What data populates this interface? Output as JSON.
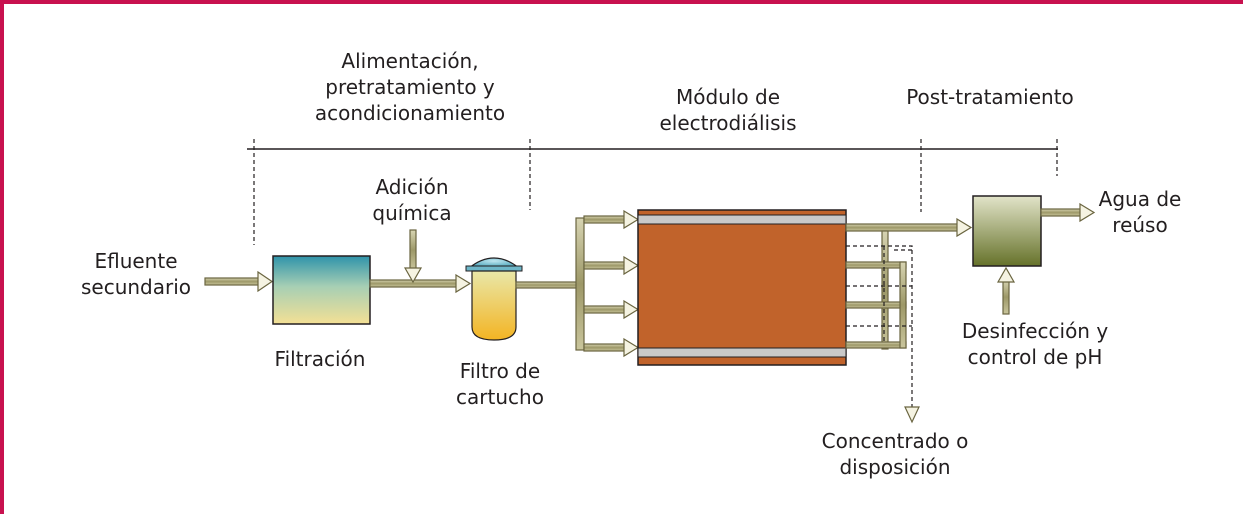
{
  "stages": {
    "feed": "Alimentación,\npretratamiento y\nacondicionamiento",
    "ed_module": "Módulo de\nelectrodiálisis",
    "post": "Post-tratamiento"
  },
  "labels": {
    "influent": "Efluente\nsecundario",
    "chemical": "Adición\nquímica",
    "filtration": "Filtración",
    "cartridge": "Filtro de\ncartucho",
    "reuse": "Agua de\nreúso",
    "disinfection": "Desinfección y\ncontrol de pH",
    "concentrate": "Concentrado o\ndisposición"
  },
  "colors": {
    "frame": "#c8114f",
    "pipe": "#b8b48a",
    "filter_top": "#3d9bb0",
    "filter_bottom": "#f1dc8e",
    "cartridge_top": "#e8e29a",
    "cartridge_bottom": "#f3b82c",
    "ed_stack": "#c0622a",
    "post_tank_top": "#d8dcc0",
    "post_tank_bottom": "#6e7a2e"
  }
}
